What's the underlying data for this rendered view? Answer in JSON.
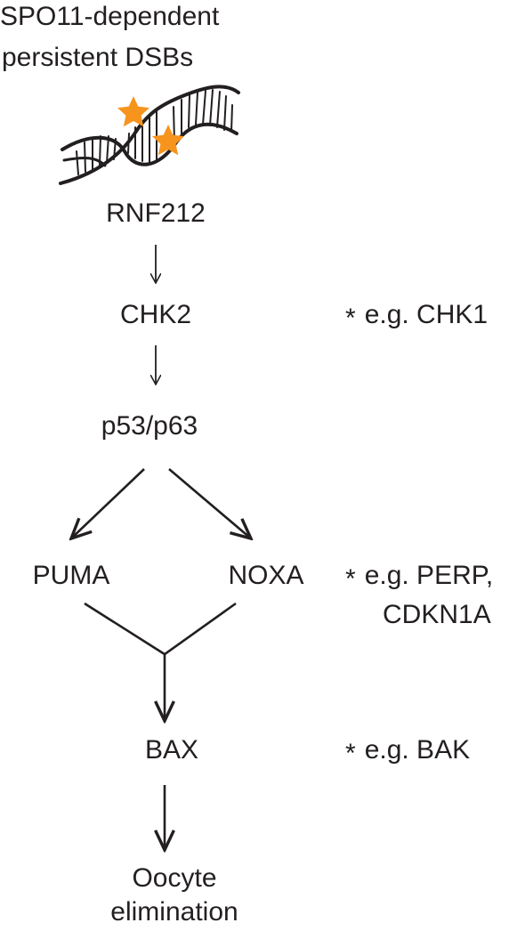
{
  "diagram": {
    "source": {
      "line1": "SPO11-dependent",
      "line2": "persistent  DSBs"
    },
    "nodes": {
      "rnf212": "RNF212",
      "chk2": "CHK2",
      "p53": "p53/p63",
      "puma": "PUMA",
      "noxa": "NOXA",
      "bax": "BAX",
      "outcome_line1": "Oocyte",
      "outcome_line2": "elimination"
    },
    "notes": {
      "marker": "*",
      "chk2_note": "e.g. CHK1",
      "puma_note_line1": "e.g. PERP,",
      "puma_note_line2": "CDKN1A",
      "bax_note": "e.g. BAK"
    },
    "colors": {
      "dsb_marker": "#f7941d",
      "ink": "#231f20"
    },
    "icons": [
      "dna-icon",
      "dsb-star-icon"
    ]
  }
}
